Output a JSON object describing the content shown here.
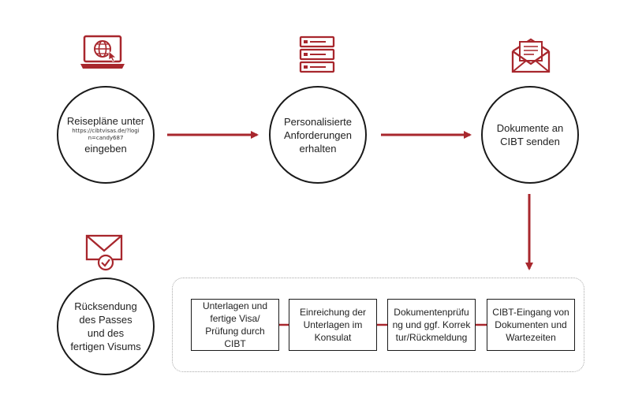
{
  "steps": {
    "step1": {
      "line1": "Reisepläne unter",
      "url": "https://cibtvisas.de/?login=candy687",
      "line3": "eingeben"
    },
    "step2": {
      "label": "Personalisierte Anforderungen erhalten"
    },
    "step3": {
      "label": "Dokumente an CIBT senden"
    },
    "step8": {
      "label": "Rücksendung des Passes und des fertigen Visums"
    }
  },
  "process_boxes": [
    {
      "label": "Unterlagen und fertige Visa/ Prüfung durch CIBT"
    },
    {
      "label": "Einreichung der Unterlagen im Konsulat"
    },
    {
      "label": "Dokumentenprüfung und ggf. Korrektur/Rückmeldung"
    },
    {
      "label": "CIBT-Eingang von Dokumenten und Wartezeiten"
    }
  ],
  "icons": [
    "laptop-globe-icon",
    "form-list-icon",
    "envelope-letter-icon",
    "envelope-check-icon"
  ],
  "colors": {
    "accent": "#a8272d",
    "outline": "#1a1a1a",
    "dashed_border": "#a9a9a9"
  }
}
